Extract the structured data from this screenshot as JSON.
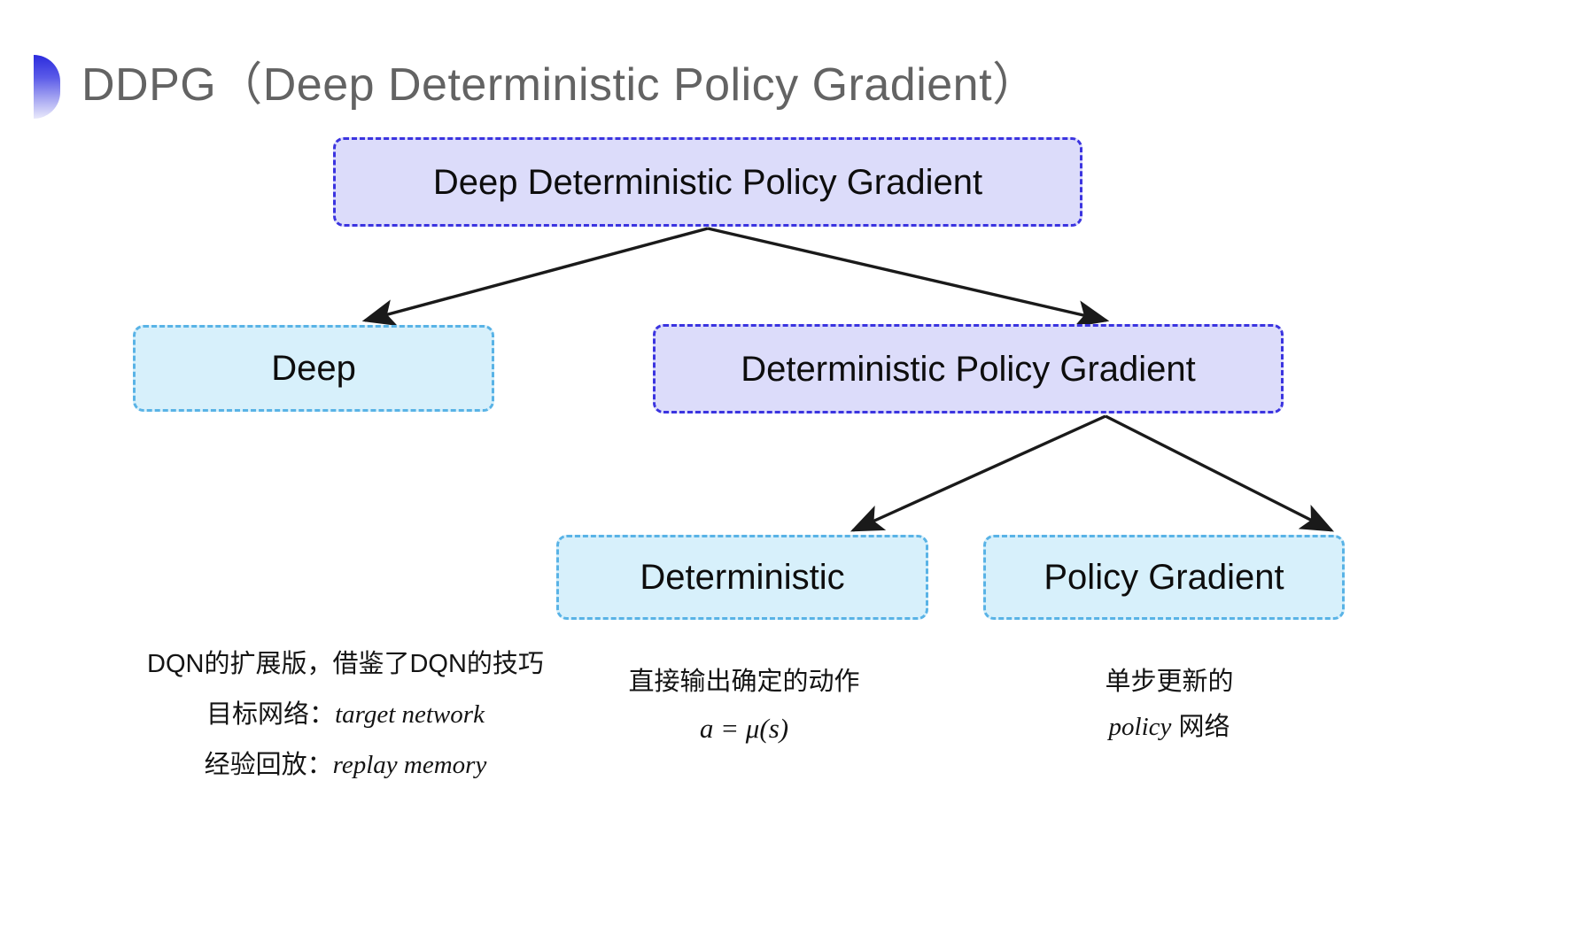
{
  "slide": {
    "title": "DDPG（Deep Deterministic Policy Gradient）",
    "background_color": "#ffffff",
    "title_color": "#636363",
    "bullet_gradient_from": "#2b2bdd",
    "bullet_gradient_to": "#e9e9fb"
  },
  "diagram": {
    "type": "tree",
    "node_fill_purple": "#dcdcfa",
    "node_border_purple": "#3b34e0",
    "node_fill_cyan": "#d7f0fb",
    "node_border_cyan": "#59b3e6",
    "arrow_color": "#1a1a1a",
    "nodes": [
      {
        "id": "root",
        "label": "Deep Deterministic Policy Gradient",
        "style": "purple"
      },
      {
        "id": "deep",
        "label": "Deep",
        "style": "cyan"
      },
      {
        "id": "dpg",
        "label": "Deterministic Policy Gradient",
        "style": "purple"
      },
      {
        "id": "deterministic",
        "label": "Deterministic",
        "style": "cyan"
      },
      {
        "id": "policy_gradient",
        "label": "Policy Gradient",
        "style": "cyan"
      }
    ],
    "edges": [
      {
        "from": "root",
        "to": "deep"
      },
      {
        "from": "root",
        "to": "dpg"
      },
      {
        "from": "dpg",
        "to": "deterministic"
      },
      {
        "from": "dpg",
        "to": "policy_gradient"
      }
    ]
  },
  "captions": {
    "deep": {
      "line1": "DQN的扩展版，借鉴了DQN的技巧",
      "line2_label": "目标网络：",
      "line2_term": "target network",
      "line3_label": "经验回放：",
      "line3_term": "replay memory"
    },
    "deterministic": {
      "line1": "直接输出确定的动作",
      "formula": "a = μ(s)"
    },
    "policy_gradient": {
      "line1": "单步更新的",
      "line2_term": "policy",
      "line2_suffix": " 网络"
    }
  }
}
